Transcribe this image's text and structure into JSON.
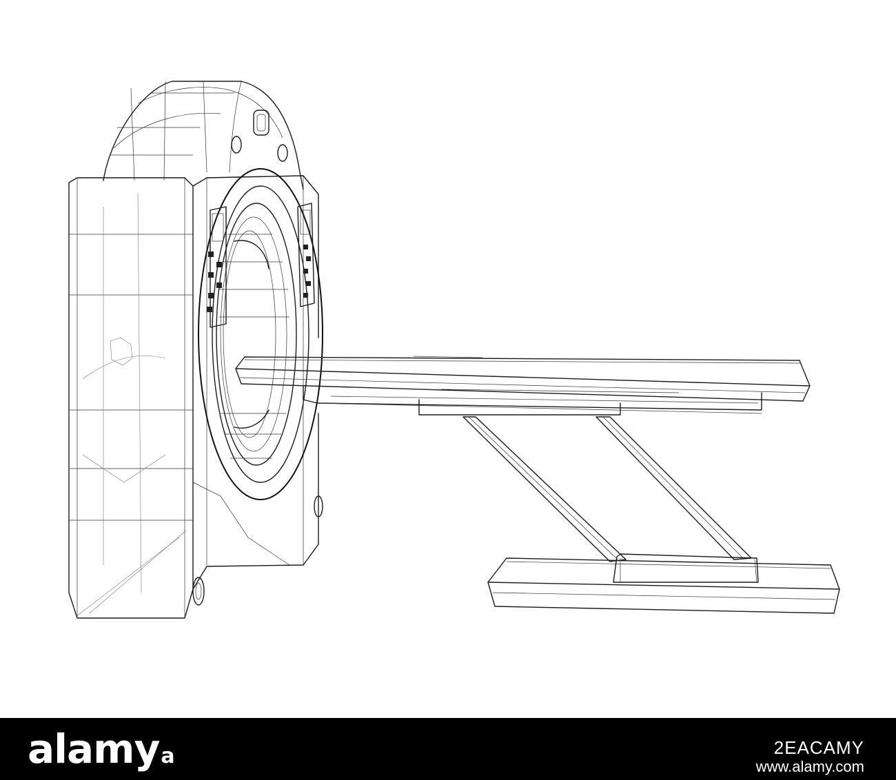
{
  "illustration": {
    "subject": "ct-scanner-wireframe",
    "stroke_color": "#1a1a1a",
    "background_color": "#ffffff"
  },
  "footer": {
    "brand": "alamy",
    "image_id": "2EACAMY",
    "url": "www.alamy.com",
    "background_color": "#000000",
    "text_color": "#ffffff"
  }
}
